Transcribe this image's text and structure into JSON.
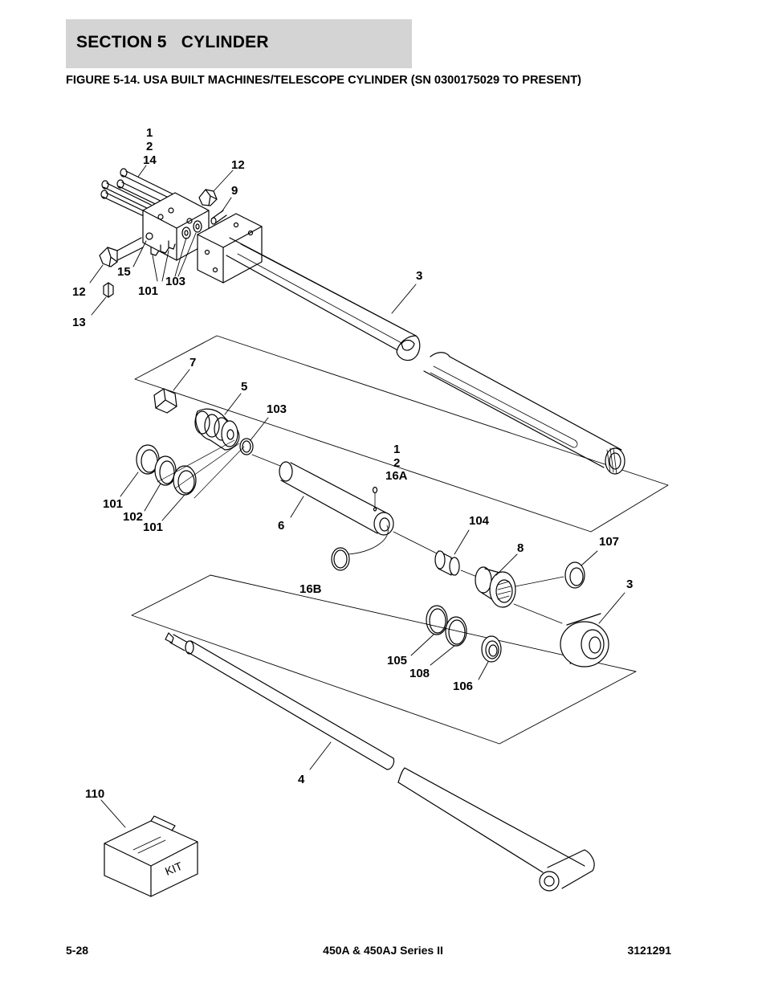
{
  "header": {
    "section_title": "SECTION 5   CYLINDER",
    "figure_title": "FIGURE 5-14. USA BUILT MACHINES/TELESCOPE CYLINDER (SN 0300175029 TO PRESENT)"
  },
  "callouts": {
    "c_1a": "1",
    "c_2a": "2",
    "c_14": "14",
    "c_12a": "12",
    "c_9": "9",
    "c_15": "15",
    "c_101a": "101",
    "c_103a": "103",
    "c_12b": "12",
    "c_13": "13",
    "c_3a": "3",
    "c_7": "7",
    "c_5": "5",
    "c_103b": "103",
    "c_1b": "1",
    "c_2b": "2",
    "c_16a": "16A",
    "c_101b": "101",
    "c_102": "102",
    "c_101c": "101",
    "c_6": "6",
    "c_104": "104",
    "c_8": "8",
    "c_107": "107",
    "c_16b": "16B",
    "c_3b": "3",
    "c_105": "105",
    "c_108": "108",
    "c_106": "106",
    "c_4": "4",
    "c_110": "110"
  },
  "kit_box_label": "KIT",
  "footer": {
    "page_number": "5-28",
    "model": "450A & 450AJ Series II",
    "doc_number": "3121291"
  }
}
